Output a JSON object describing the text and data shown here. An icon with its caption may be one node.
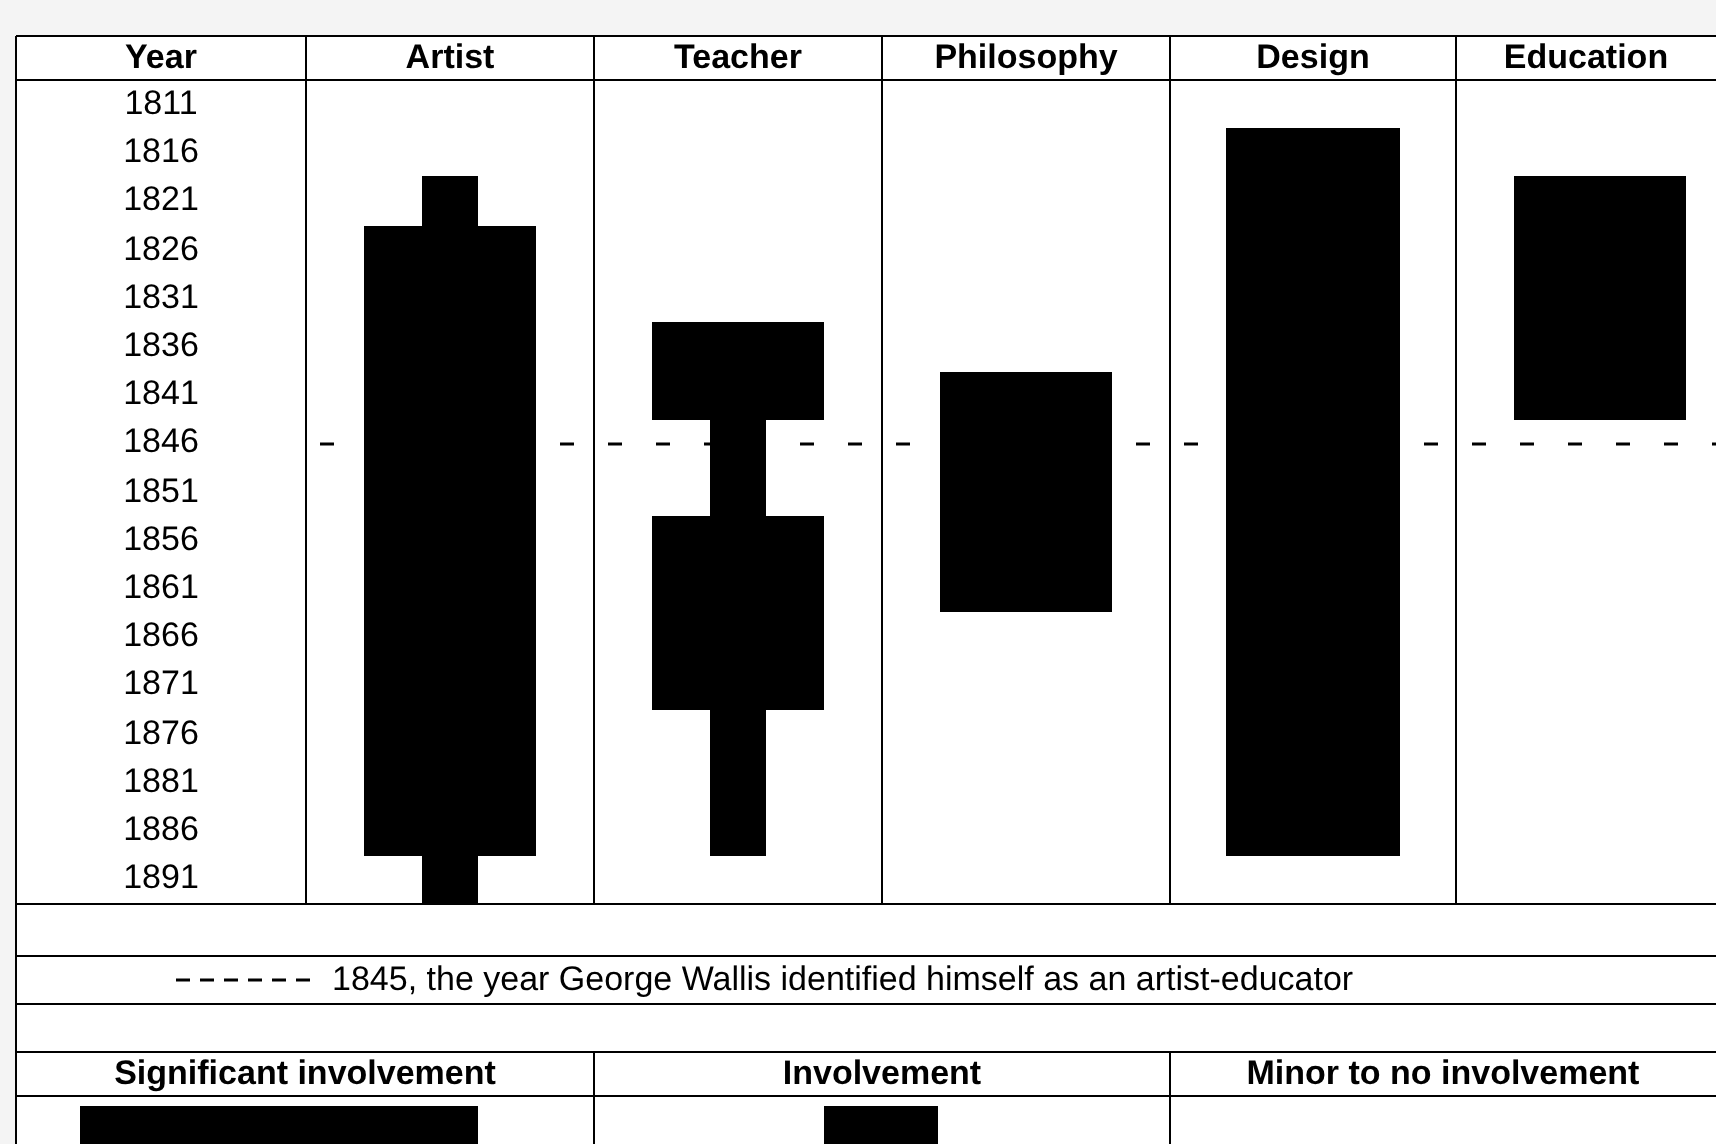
{
  "diagram": {
    "labels": [
      "Year",
      "Artist",
      "Teacher",
      "Philosophy",
      "Design",
      "Education",
      "1811",
      "1816",
      "1821",
      "1826",
      "1831",
      "1836",
      "1841",
      "1846",
      "1851",
      "1856",
      "1861",
      "1866",
      "1871",
      "1876",
      "1881",
      "1886",
      "1891"
    ],
    "legend": [
      {
        "text": "1845, the year George Wallis identified himself as an artist-educator"
      },
      {
        "text": "Significant involvement"
      },
      {
        "text": "Involvement"
      },
      {
        "text": "Minor to no involvement"
      }
    ]
  }
}
